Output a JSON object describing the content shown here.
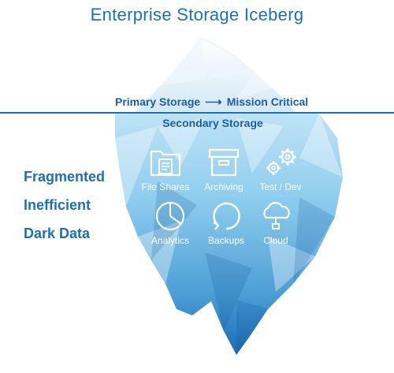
{
  "title": "Enterprise Storage Iceberg",
  "waterline": {
    "primary_left": "Primary Storage",
    "arrow": "⟶",
    "primary_right": "Mission Critical",
    "secondary": "Secondary Storage"
  },
  "side_labels": [
    "Fragmented",
    "Inefficient",
    "Dark Data"
  ],
  "items": [
    {
      "label": "File Shares",
      "icon": "folder-icon"
    },
    {
      "label": "Archiving",
      "icon": "archive-box-icon"
    },
    {
      "label": "Test / Dev",
      "icon": "gears-icon"
    },
    {
      "label": "Analytics",
      "icon": "pie-chart-icon"
    },
    {
      "label": "Backups",
      "icon": "backup-circle-icon"
    },
    {
      "label": "Cloud",
      "icon": "cloud-icon"
    }
  ],
  "colors": {
    "title": "#1f6fb3",
    "label_blue": "#1a5ea8",
    "iceberg_top": "#dfeff8",
    "iceberg_mid": "#7ec3ea",
    "iceberg_bottom": "#1e6fb9"
  }
}
